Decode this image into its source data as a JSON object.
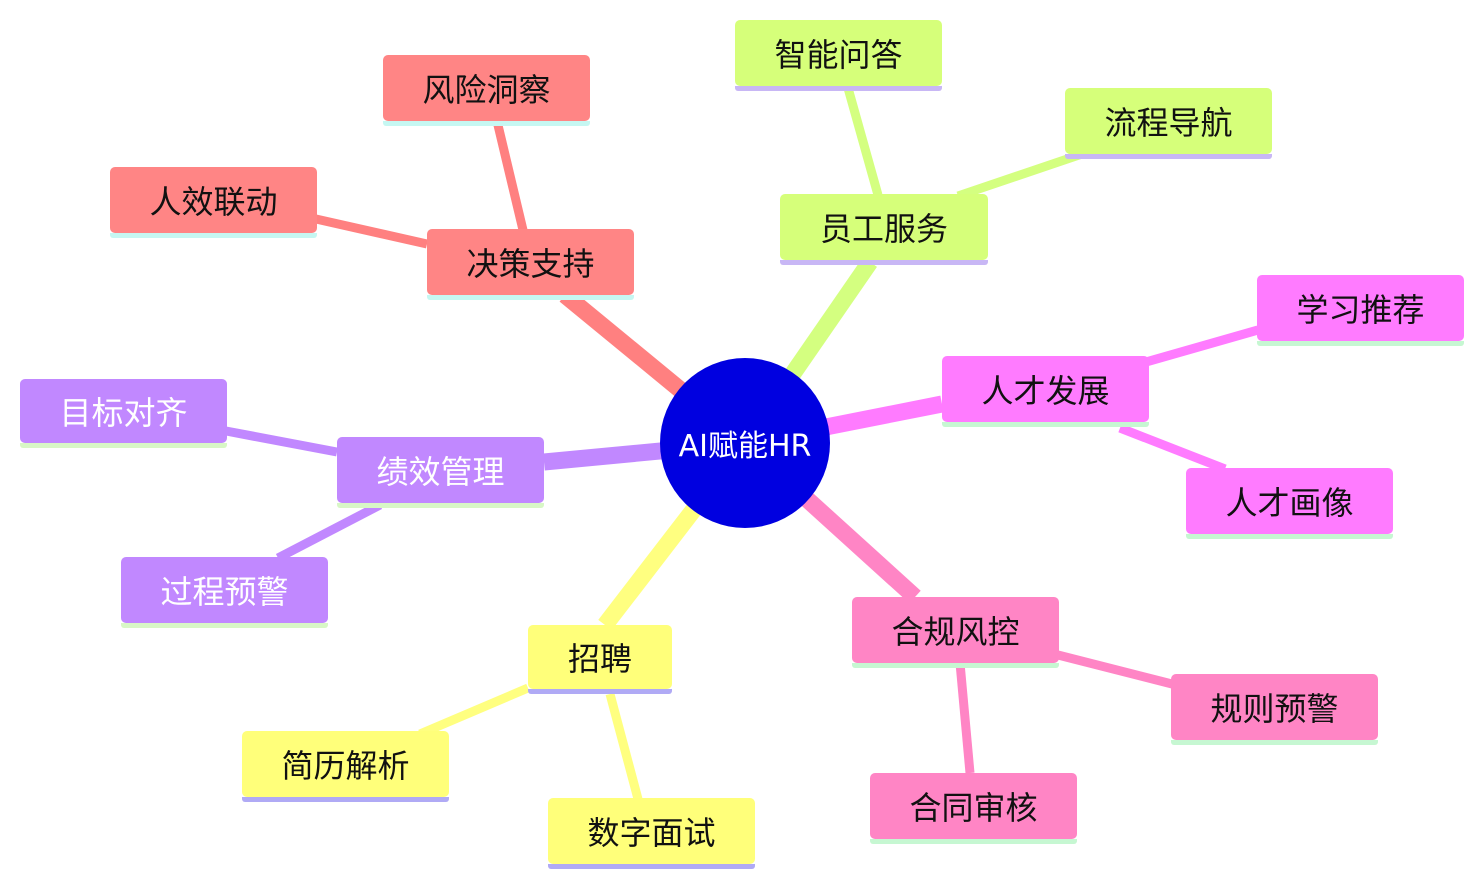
{
  "center": {
    "label": "AI赋能HR",
    "color": "#0000e0"
  },
  "branches": [
    {
      "label": "员工服务",
      "color": "#d6ff7a",
      "edge": "#d4ff80",
      "underline": "#c8b7f5",
      "light": false,
      "children": [
        {
          "label": "智能问答",
          "underline": "#c8b7f5"
        },
        {
          "label": "流程导航",
          "underline": "#c8b7f5"
        }
      ]
    },
    {
      "label": "人才发展",
      "color": "#ff7bff",
      "edge": "#ff7bff",
      "underline": "#c6f7d2",
      "light": false,
      "children": [
        {
          "label": "学习推荐",
          "underline": "#c6f7d2"
        },
        {
          "label": "人才画像",
          "underline": "#c6f7d2"
        }
      ]
    },
    {
      "label": "合规风控",
      "color": "#ff85c5",
      "edge": "#ff85c5",
      "underline": "#c6f7d2",
      "light": false,
      "children": [
        {
          "label": "规则预警",
          "underline": "#c6f7d2"
        },
        {
          "label": "合同审核",
          "underline": "#c6f7d2"
        }
      ]
    },
    {
      "label": "招聘",
      "color": "#ffff7a",
      "edge": "#ffff80",
      "underline": "#b0aaf5",
      "light": false,
      "children": [
        {
          "label": "简历解析",
          "underline": "#b0aaf5"
        },
        {
          "label": "数字面试",
          "underline": "#b0aaf5"
        }
      ]
    },
    {
      "label": "绩效管理",
      "color": "#c188ff",
      "edge": "#c188ff",
      "underline": "#d8f7c6",
      "light": true,
      "children": [
        {
          "label": "目标对齐",
          "underline": "#d8f7c6"
        },
        {
          "label": "过程预警",
          "underline": "#d8f7c6"
        }
      ]
    },
    {
      "label": "决策支持",
      "color": "#ff8585",
      "edge": "#ff8080",
      "underline": "#c6f7f2",
      "light": false,
      "children": [
        {
          "label": "风险洞察",
          "underline": "#c6f7f2"
        },
        {
          "label": "人效联动",
          "underline": "#c6f7f2"
        }
      ]
    }
  ]
}
